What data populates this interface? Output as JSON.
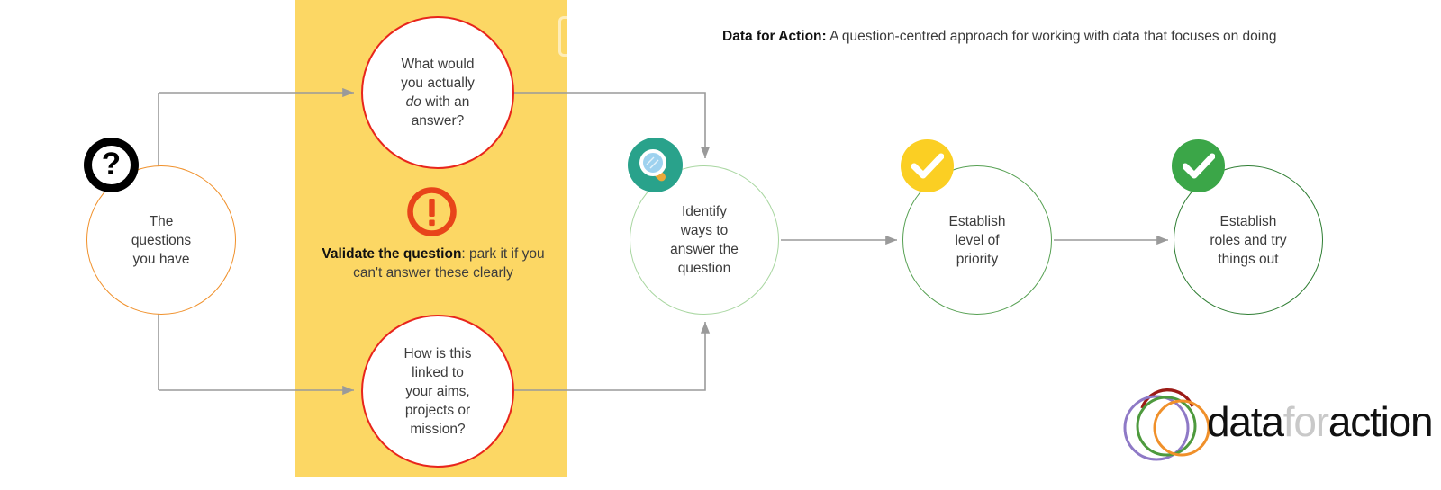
{
  "headline": {
    "bold": "Data for Action:",
    "rest": " A question-centred approach for working with data that focuses on doing"
  },
  "band": {
    "color": "#FCD764"
  },
  "nodes": {
    "questions": {
      "label": "The\nquestions\nyou have",
      "line1": "The",
      "line2": "questions",
      "line3": "you have",
      "stroke": "#F0902A",
      "badge": "question-mark-icon"
    },
    "do": {
      "pre": "What would\nyou actually\n",
      "em": "do",
      "post": " with an\nanswer?",
      "l1": "What would",
      "l2": "you actually",
      "l3a": "do",
      "l3b": " with an",
      "l4": "answer?",
      "stroke": "#E8251C"
    },
    "aims": {
      "l1": "How is this",
      "l2": "linked to",
      "l3": "your aims,",
      "l4": "projects or",
      "l5": "mission?",
      "stroke": "#E8251C"
    },
    "identify": {
      "l1": "Identify",
      "l2": "ways to",
      "l3": "answer the",
      "l4": "question",
      "stroke": "#A8D6A0",
      "badge": "magnifier-icon"
    },
    "priority": {
      "l1": "Establish",
      "l2": "level of",
      "l3": "priority",
      "stroke": "#56A052",
      "badge": "check-icon-yellow"
    },
    "roles": {
      "l1": "Establish",
      "l2": "roles and try",
      "l3": "things out",
      "stroke": "#2E7D32",
      "badge": "check-icon-green"
    }
  },
  "warning": {
    "icon": "exclamation-circle-icon",
    "icon_color": "#E8441A",
    "bold": "Validate the question",
    "rest": ": park it if you can't answer these clearly"
  },
  "badges": {
    "question": {
      "symbol": "?",
      "bg": "#000000",
      "fg": "#FFFFFF"
    },
    "search": {
      "bg": "#29A28B",
      "lens": "#9ED2EF",
      "handle": "#E9A93A"
    },
    "check_yellow": {
      "bg": "#FBCF23",
      "tick": "#FFFFFF"
    },
    "check_green": {
      "bg": "#3BA648",
      "tick": "#FFFFFF"
    }
  },
  "logo": {
    "part1": "data",
    "part2": "for",
    "part3": "action",
    "ring_purple": "#8E79C6",
    "ring_green": "#4E9A3E",
    "ring_orange": "#F0902A",
    "ring_red": "#9C1B16"
  },
  "connectors": {
    "arrow_color": "#9a9a9a"
  }
}
